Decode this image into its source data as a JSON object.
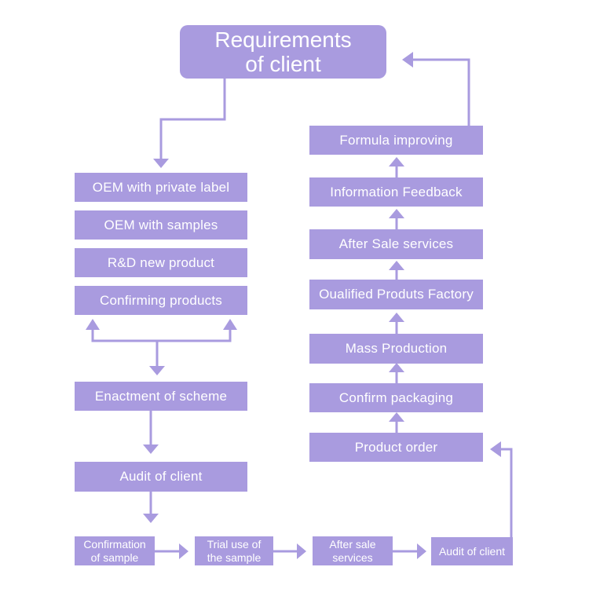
{
  "title": "Requirements\nof client",
  "left_column": {
    "oem_private_label": "OEM with private label",
    "oem_samples": "OEM with samples",
    "rd_new_product": "R&D new product",
    "confirming_products": "Confirming products",
    "enactment_scheme": "Enactment of scheme",
    "audit_client": "Audit of client"
  },
  "bottom_row": {
    "confirmation_sample": "Confirmation\nof sample",
    "trial_use": "Trial use of\nthe sample",
    "after_sale": "After sale\nservices",
    "audit_client": "Audit of client"
  },
  "right_column": {
    "product_order": "Product order",
    "confirm_packaging": "Confirm packaging",
    "mass_production": "Mass Production",
    "qualified_factory": "Oualified Produts Factory",
    "after_sale_services": "After Sale services",
    "information_feedback": "Information Feedback",
    "formula_improving": "Formula improving"
  },
  "colors": {
    "box": "#a99bdf",
    "arrow": "#a99bdf",
    "text": "#ffffff"
  }
}
